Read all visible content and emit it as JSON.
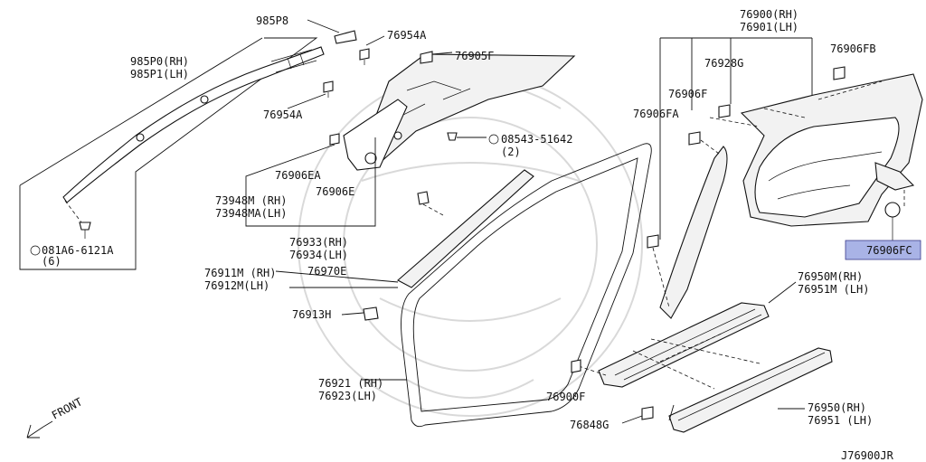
{
  "diagram_code": "J76900JR",
  "front_label": "FRONT",
  "parts": {
    "p985P8": "985P8",
    "p76954A_top": "76954A",
    "p76905F": "76905F",
    "p985P0": "985P0(RH)",
    "p985P1": "985P1(LH)",
    "p76954A_mid": "76954A",
    "p08543": "08543-51642",
    "p08543_qty": "(2)",
    "p76906EA": "76906EA",
    "p73948M": "73948M (RH)",
    "p73948MA": "73948MA(LH)",
    "p76906E": "76906E",
    "p081A6": "081A6-6121A",
    "p081A6_qty": "(6)",
    "p76933": "76933(RH)",
    "p76934": "76934(LH)",
    "p76911M": "76911M (RH)",
    "p76970E": "76970E",
    "p76912M": "76912M(LH)",
    "p76913H": "76913H",
    "p76921": "76921 (RH)",
    "p76923": "76923(LH)",
    "p76900": "76900(RH)",
    "p76901": "76901(LH)",
    "p76906FB": "76906FB",
    "p76928G": "76928G",
    "p76906F": "76906F",
    "p76906FA": "76906FA",
    "p76906FC": "76906FC",
    "p76950M": "76950M(RH)",
    "p76951M": "76951M (LH)",
    "p76900F": "76900F",
    "p76848G": "76848G",
    "p76950": "76950(RH)",
    "p76951": "76951 (LH)"
  },
  "colors": {
    "highlight_fill": "#a9b3e6",
    "highlight_border": "#3a3a8a",
    "line": "#111111"
  }
}
